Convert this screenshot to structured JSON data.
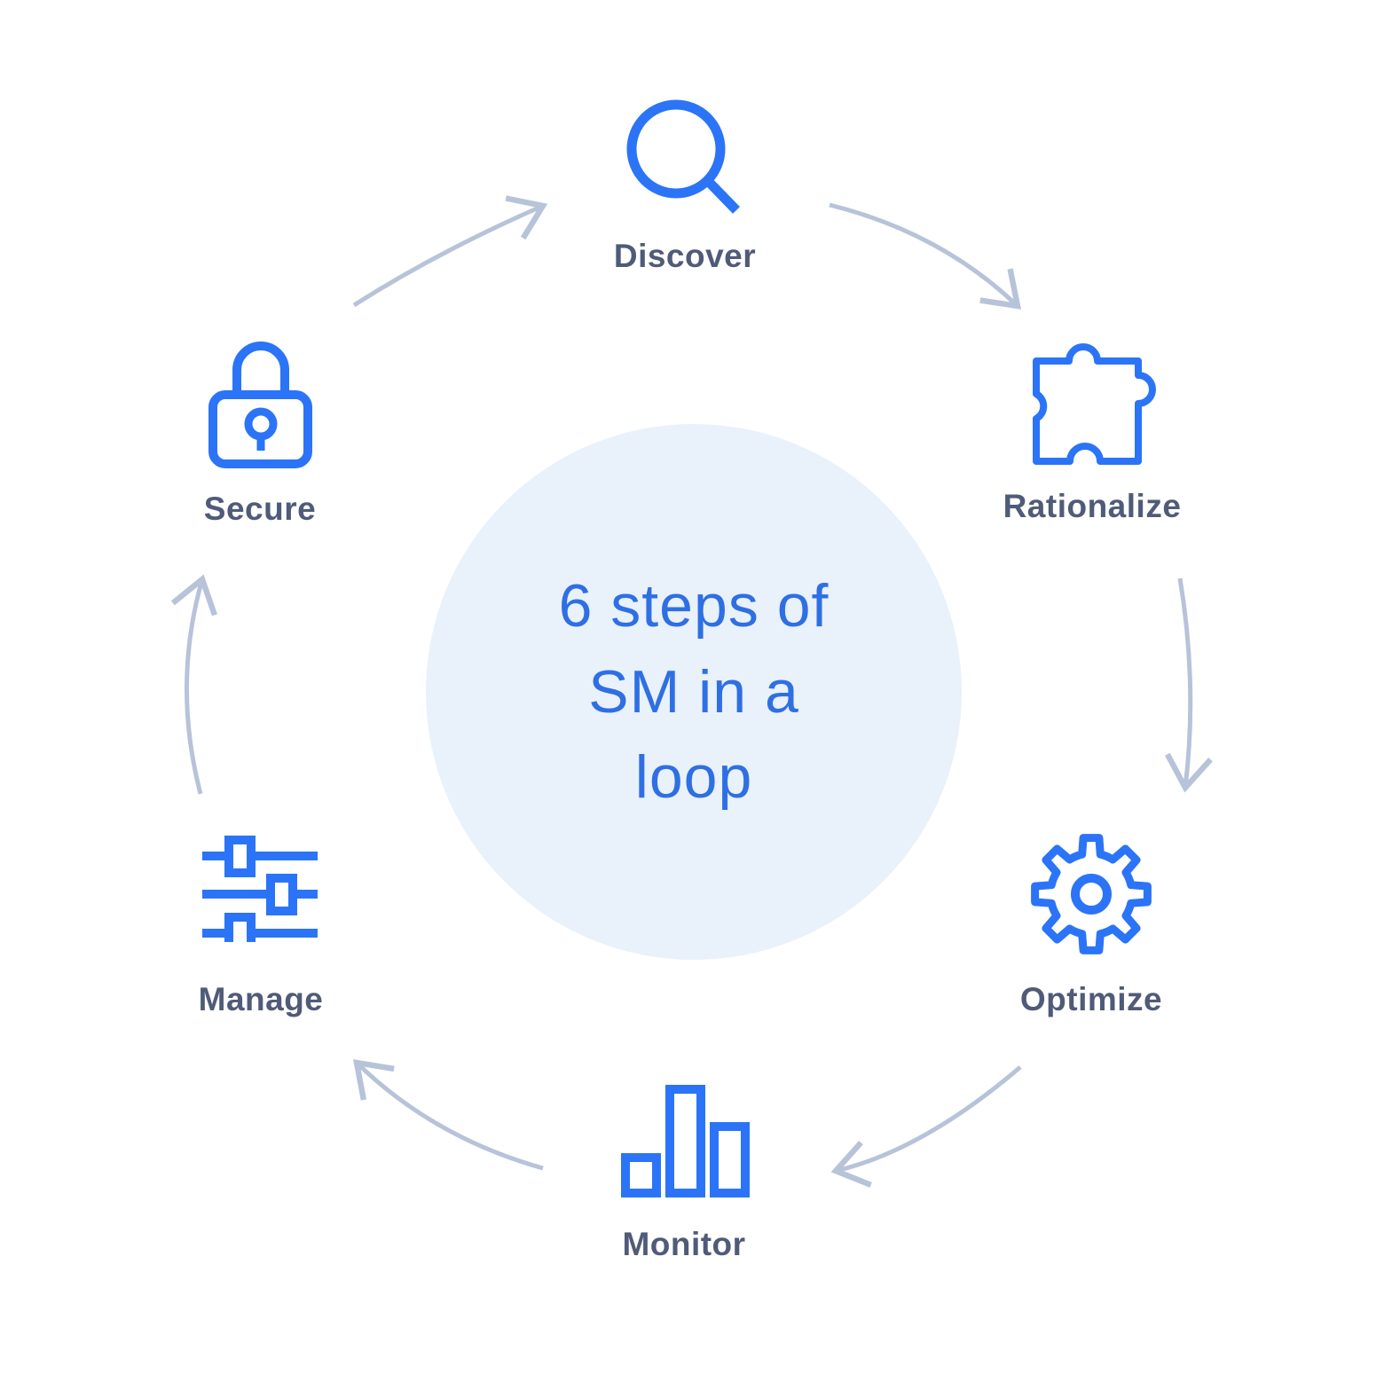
{
  "diagram_title": "6 steps of SM in a loop",
  "center": {
    "lines": [
      "6 steps of",
      "SM in a",
      "loop"
    ]
  },
  "steps": [
    {
      "label": "Discover",
      "icon": "magnifier-icon",
      "position": "top"
    },
    {
      "label": "Rationalize",
      "icon": "puzzle-icon",
      "position": "upper-right"
    },
    {
      "label": "Optimize",
      "icon": "gear-icon",
      "position": "lower-right"
    },
    {
      "label": "Monitor",
      "icon": "bar-chart-icon",
      "position": "bottom"
    },
    {
      "label": "Manage",
      "icon": "sliders-icon",
      "position": "lower-left"
    },
    {
      "label": "Secure",
      "icon": "lock-icon",
      "position": "upper-left"
    }
  ],
  "arrows": [
    {
      "from": "Secure",
      "to": "Discover"
    },
    {
      "from": "Discover",
      "to": "Rationalize"
    },
    {
      "from": "Rationalize",
      "to": "Optimize"
    },
    {
      "from": "Optimize",
      "to": "Monitor"
    },
    {
      "from": "Monitor",
      "to": "Manage"
    },
    {
      "from": "Manage",
      "to": "Secure"
    }
  ],
  "colors": {
    "icon_blue": "#2b74f7",
    "label": "#4f5b78",
    "arrow": "#b7c3d9",
    "center_circle_bg": "#e9f1fb",
    "center_text": "#2f6fe4"
  }
}
